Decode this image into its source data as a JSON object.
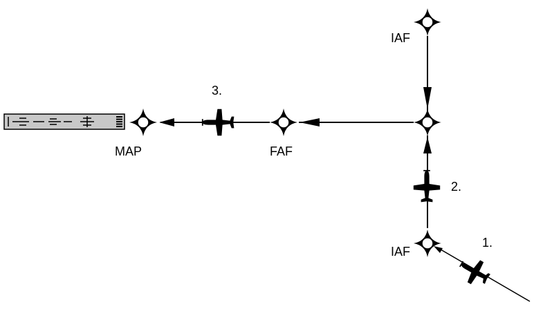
{
  "diagram": {
    "fixes": {
      "iaf_top": {
        "label": "IAF",
        "icon": "waypoint-star-icon"
      },
      "iaf_bottom": {
        "label": "IAF",
        "icon": "waypoint-star-icon"
      },
      "if_junction": {
        "label": "",
        "icon": "waypoint-star-icon"
      },
      "faf": {
        "label": "FAF",
        "icon": "waypoint-star-icon"
      },
      "map": {
        "label": "MAP",
        "icon": "waypoint-star-icon"
      }
    },
    "aircraft": [
      {
        "step": "1.",
        "icon": "airplane-icon"
      },
      {
        "step": "2.",
        "icon": "airplane-icon"
      },
      {
        "step": "3.",
        "icon": "airplane-icon"
      }
    ],
    "runway": {
      "icon": "runway-icon",
      "fill_color": "#c8c8c8"
    },
    "colors": {
      "line": "#000000",
      "waypoint_fill": "#ffffff"
    }
  }
}
